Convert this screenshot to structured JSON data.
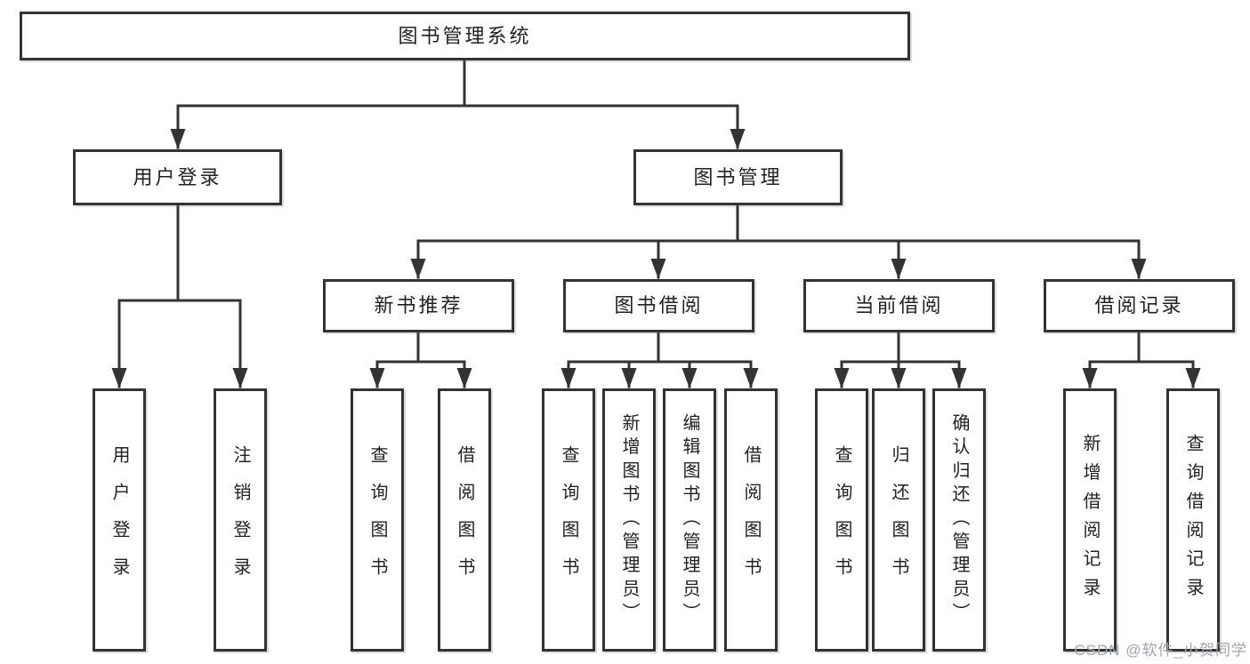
{
  "tree": {
    "label": "图书管理系统",
    "children": [
      {
        "label": "用户登录",
        "children": [
          {
            "label": "用户登录"
          },
          {
            "label": "注销登录"
          }
        ]
      },
      {
        "label": "图书管理",
        "children": [
          {
            "label": "新书推荐",
            "children": [
              {
                "label": "查询图书"
              },
              {
                "label": "借阅图书"
              }
            ]
          },
          {
            "label": "图书借阅",
            "children": [
              {
                "label": "查询图书"
              },
              {
                "label": "新增图书（管理员）"
              },
              {
                "label": "编辑图书（管理员）"
              },
              {
                "label": "借阅图书"
              }
            ]
          },
          {
            "label": "当前借阅",
            "children": [
              {
                "label": "查询图书"
              },
              {
                "label": "归还图书"
              },
              {
                "label": "确认归还（管理员）"
              }
            ]
          },
          {
            "label": "借阅记录",
            "children": [
              {
                "label": "新增借阅记录"
              },
              {
                "label": "查询借阅记录"
              }
            ]
          }
        ]
      }
    ]
  },
  "watermark": {
    "text": "CSDN @软件_小贺同学"
  },
  "colors": {
    "background": "#ffffff",
    "box_fill": "#ffffff",
    "box_border": "#333333",
    "line": "#333333",
    "text": "#222222",
    "watermark": "#a0a5ab"
  }
}
